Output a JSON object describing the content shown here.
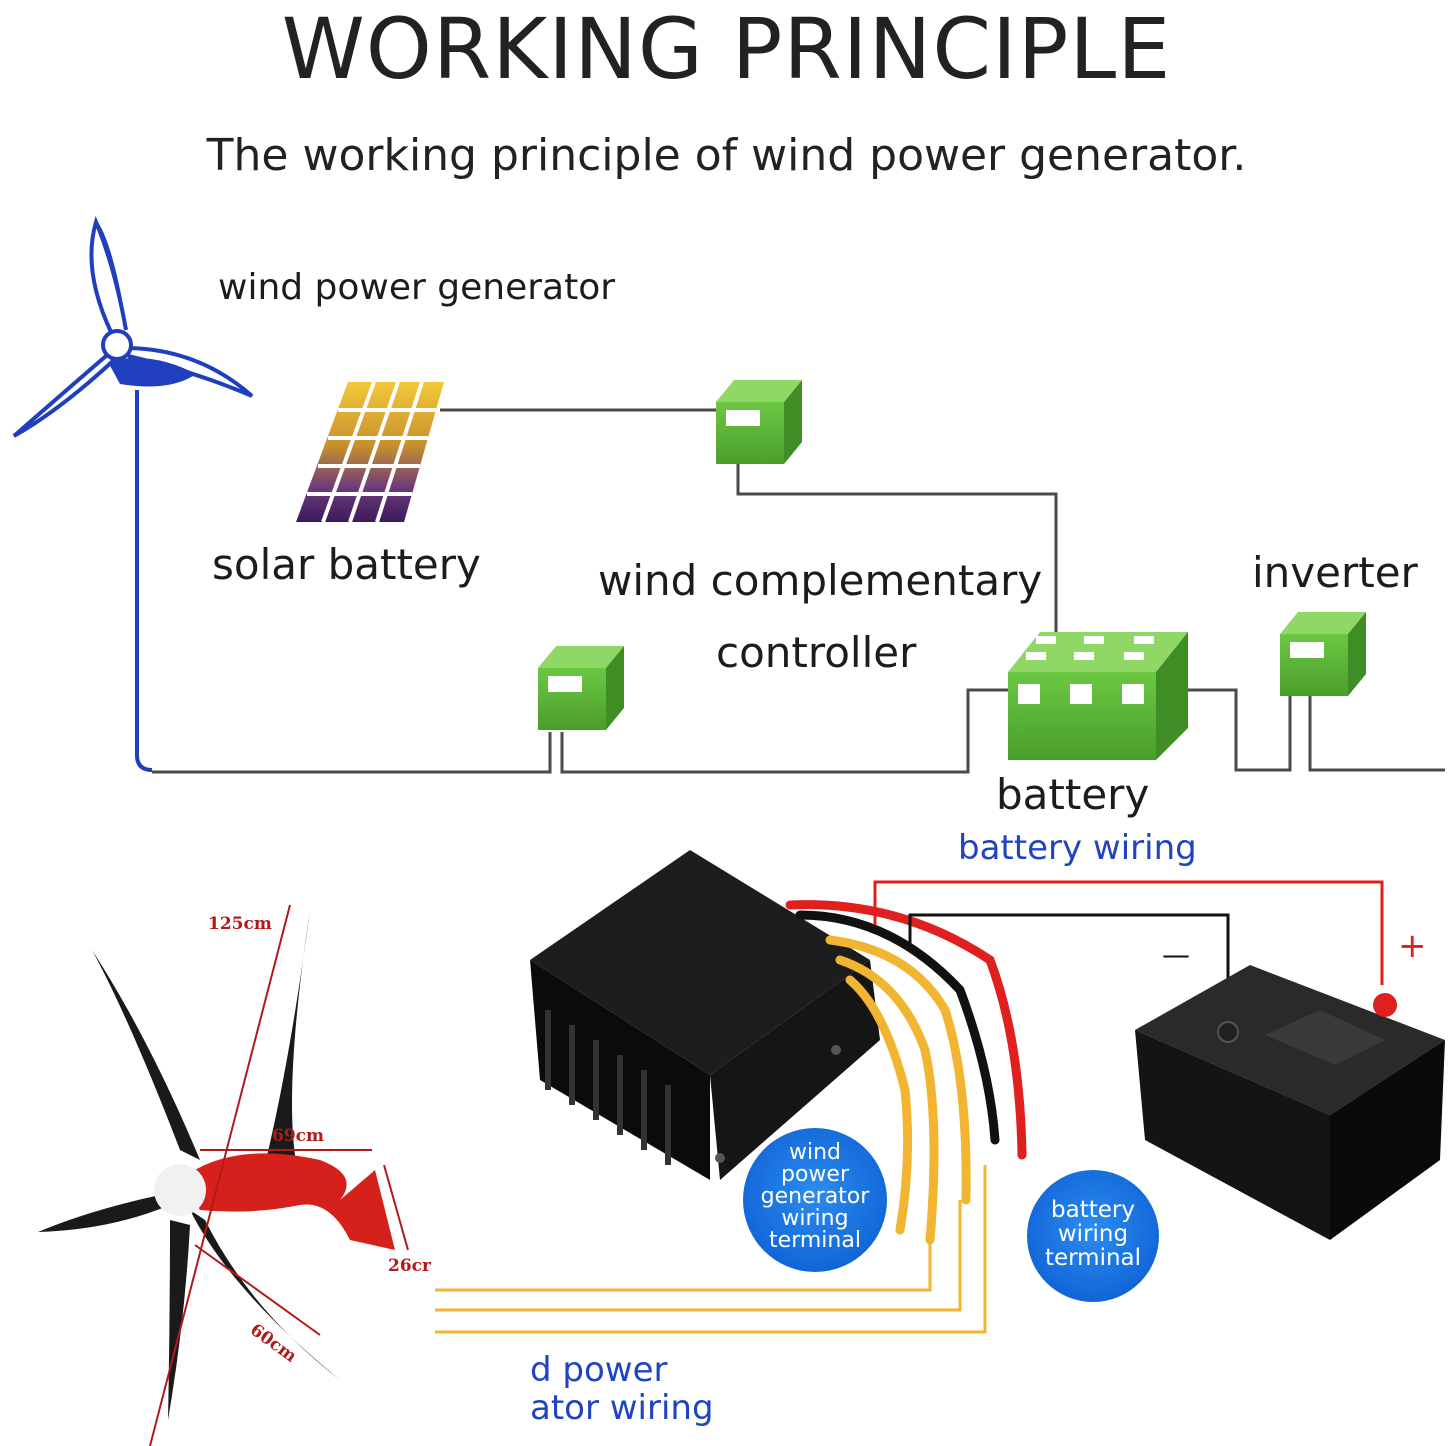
{
  "header": {
    "title": "WORKING PRINCIPLE",
    "subtitle": "The working principle of wind power generator."
  },
  "diagram": {
    "wind_generator_label": "wind power generator",
    "solar_label": "solar battery",
    "controller_label_line1": "wind complementary",
    "controller_label_line2": "controller",
    "inverter_label": "inverter",
    "battery_label": "battery"
  },
  "wiring": {
    "battery_wiring_label": "battery wiring",
    "minus_sign": "—",
    "plus_sign": "+",
    "generator_terminal_line1": "wind",
    "generator_terminal_line2": "power",
    "generator_terminal_line3": "generator",
    "generator_terminal_line4": "wiring",
    "generator_terminal_line5": "terminal",
    "battery_terminal_line1": "battery",
    "battery_terminal_line2": "wiring",
    "battery_terminal_line3": "terminal",
    "generator_wiring_line1": "d power",
    "generator_wiring_line2": "ator wiring"
  },
  "dimensions": {
    "blade_length": "125cm",
    "body_length": "69cm",
    "tail_height": "26cr",
    "blade_span": "60cm"
  },
  "colors": {
    "wire_red": "#e0201e",
    "wire_black": "#111111",
    "wire_yellow": "#f2b531",
    "box_green": "#5cb83a",
    "badge_blue": "#1877e6",
    "turbine_blue": "#1f3fbf"
  }
}
